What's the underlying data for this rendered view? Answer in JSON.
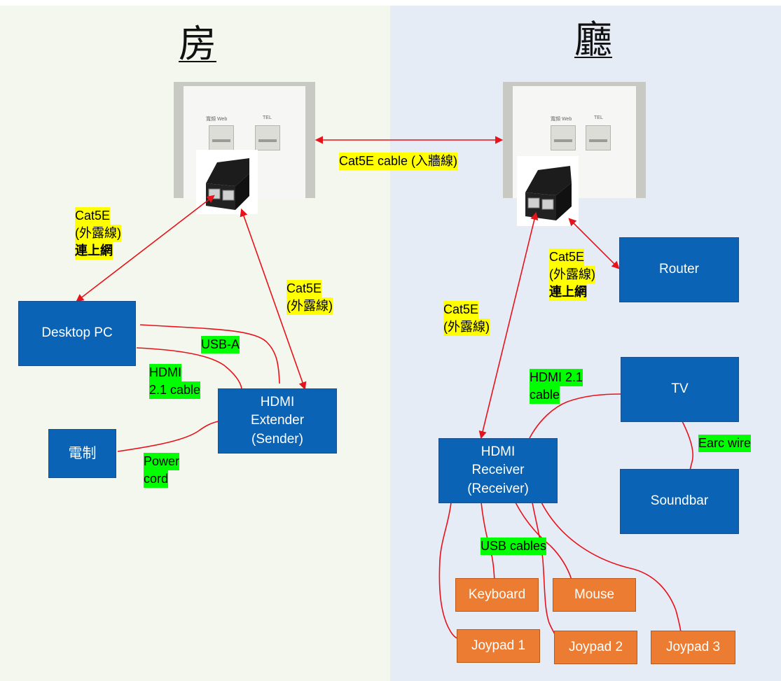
{
  "rooms": {
    "left_title": "房",
    "right_title": "廳"
  },
  "wall_plate": {
    "port_web": "寬頻 Web",
    "port_tel": "TEL"
  },
  "devices": {
    "desktop_pc": "Desktop PC",
    "hdmi_extender": [
      "HDMI",
      "Extender",
      "(Sender)"
    ],
    "power_box": "電制",
    "router": "Router",
    "tv": "TV",
    "soundbar": "Soundbar",
    "hdmi_receiver": [
      "HDMI",
      "Receiver",
      "(Receiver)"
    ],
    "keyboard": "Keyboard",
    "mouse": "Mouse",
    "joypad1": "Joypad 1",
    "joypad2": "Joypad 2",
    "joypad3": "Joypad 3"
  },
  "labels": {
    "cat5e_in_wall": "Cat5E cable (入牆線)",
    "left_net": [
      "Cat5E",
      "(外露線)",
      "連上網"
    ],
    "left_ext": [
      "Cat5E",
      "(外露線)"
    ],
    "right_ext": [
      "Cat5E",
      "(外露線)"
    ],
    "right_net": [
      "Cat5E",
      "(外露線)",
      "連上網"
    ],
    "usb_a": "USB-A",
    "hdmi_left": [
      "HDMI",
      "2.1 cable"
    ],
    "power_cord": [
      "Power",
      "cord"
    ],
    "hdmi_right": [
      "HDMI 2.1",
      "cable"
    ],
    "earc": "Earc wire",
    "usb_cables": "USB cables"
  },
  "colors": {
    "left_panel": "#f4f7ee",
    "right_panel": "#e6ecf6",
    "device_blue": "#0a63b4",
    "peripheral_orange": "#ec7c31",
    "cable_red": "#e8121a",
    "highlight_yellow": "#ffff00",
    "highlight_green": "#00ff00"
  }
}
